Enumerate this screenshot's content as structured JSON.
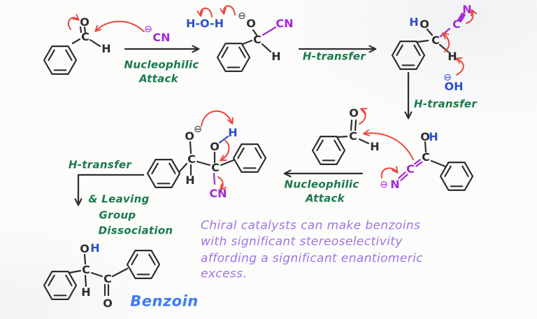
{
  "diagram_title": "Benzoin condensation mechanism",
  "colors": {
    "ink": "#2e2e2e",
    "arrow_red": "#e8463a",
    "step_green": "#1a7a4c",
    "heteroatom_blue": "#2d4fd0",
    "cyanide_purple": "#a428d8",
    "note_purple": "#9d73e6",
    "benzoin_blue": "#3f7bf0",
    "background": "#fcfcfb"
  },
  "atoms": {
    "C": "C",
    "O": "O",
    "H": "H",
    "N": "N",
    "CN": "CN",
    "OH": "OH",
    "water": "H-O-H",
    "negative_charge": "⊖"
  },
  "step_labels": {
    "nucleophilic": "Nucleophilic",
    "attack": "Attack",
    "h_transfer": "H-transfer",
    "leaving1": "& Leaving",
    "leaving2": "Group",
    "leaving3": "Dissociation"
  },
  "product": {
    "name": "Benzoin"
  },
  "note": {
    "lines": [
      "Chiral catalysts can make benzoins",
      "with significant stereoselectivity",
      "affording a significant enantiomeric",
      "excess."
    ]
  }
}
